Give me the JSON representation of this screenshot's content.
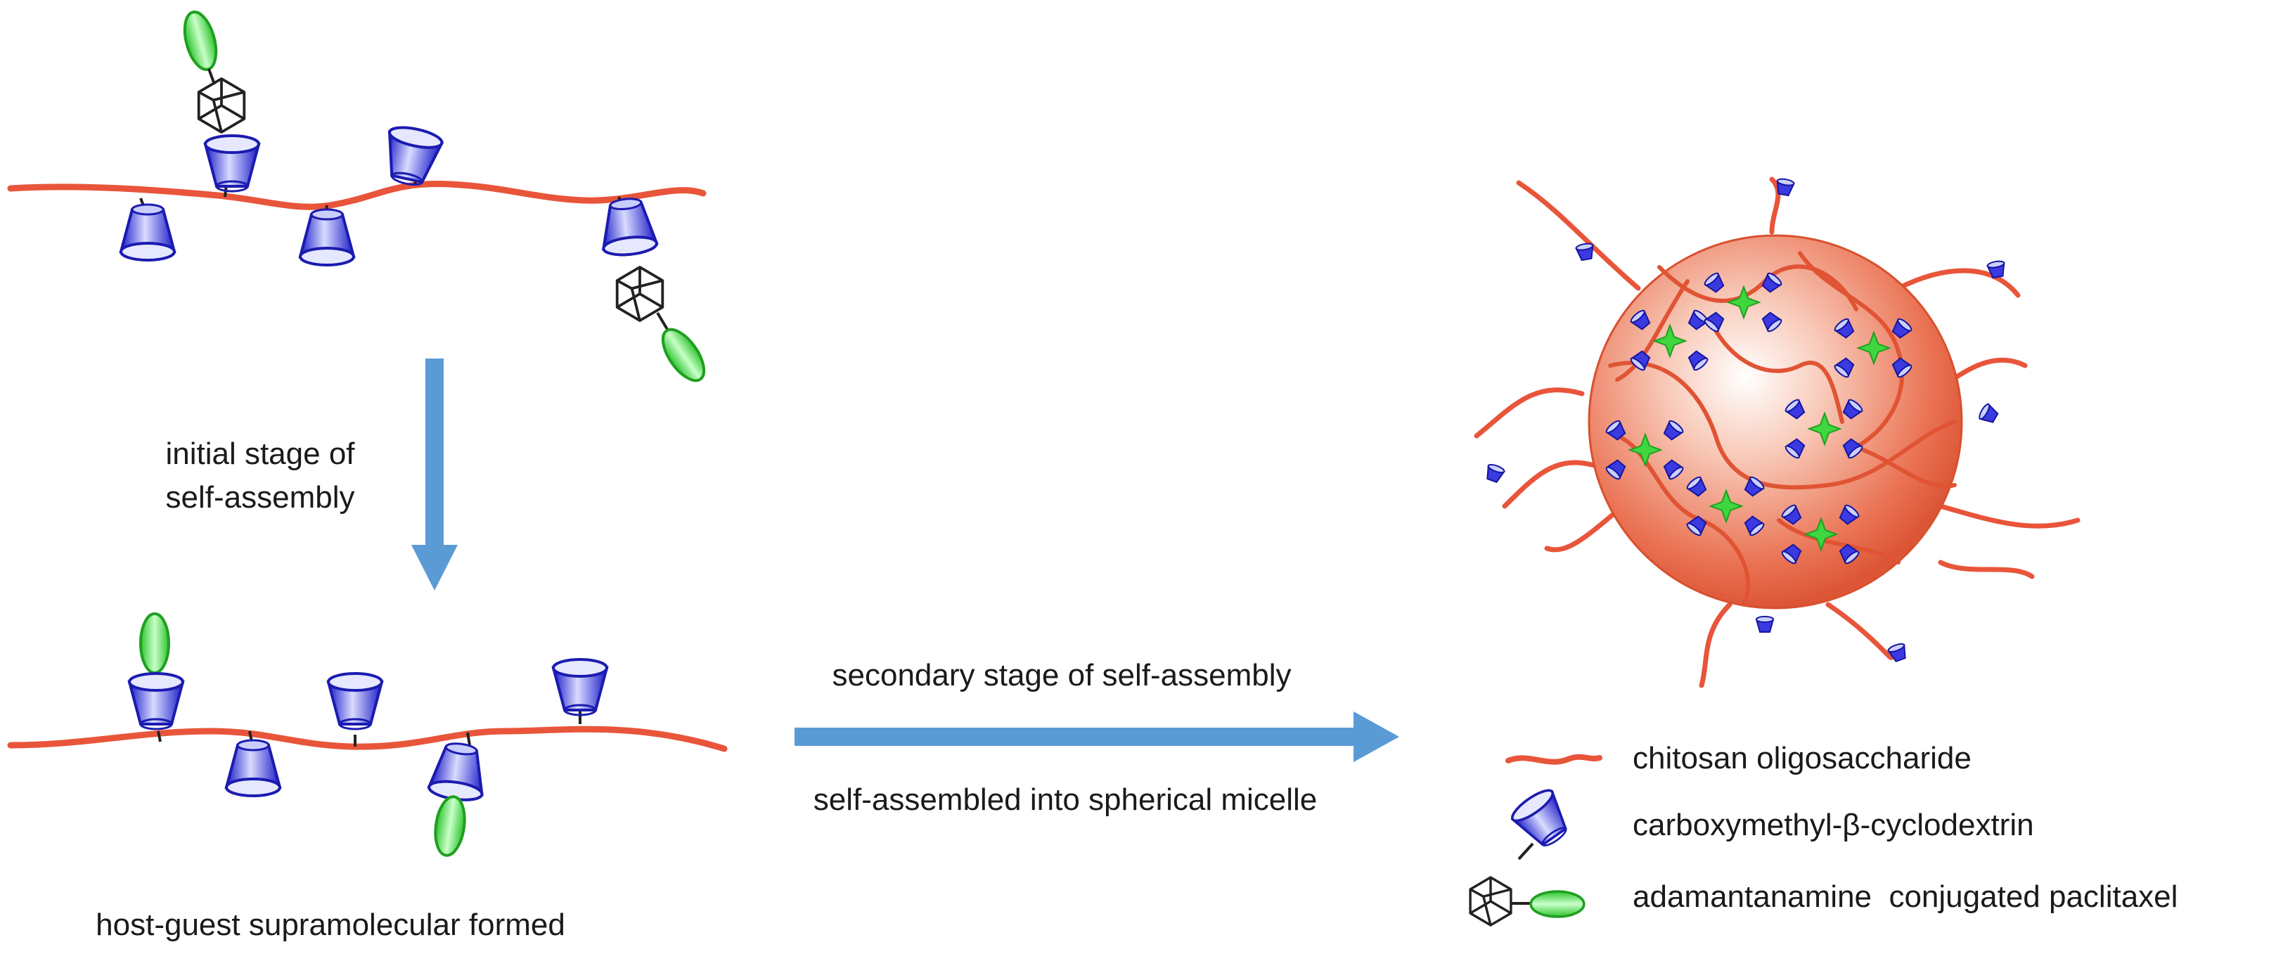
{
  "labels": {
    "step1": [
      "initial stage of",
      "self-assembly"
    ],
    "step2_top": "secondary stage of self-assembly",
    "step2_bottom": "self-assembled into spherical micelle",
    "bottom_caption": "host-guest supramolecular formed"
  },
  "legend": {
    "items": [
      {
        "icon": "chain-icon",
        "label": "chitosan oligosaccharide"
      },
      {
        "icon": "cyclodextrin-icon",
        "label": "carboxymethyl-β-cyclodextrin"
      },
      {
        "icon": "adamantane-paclitaxel-icon",
        "label": "adamantanamine  conjugated paclitaxel"
      }
    ]
  },
  "colors": {
    "chain": "#e8553a",
    "cup": "#2b2bd6",
    "cup_light": "#cfd6ff",
    "guest": "#3fd63f",
    "arrow": "#5b9bd5",
    "sphere_core": "#fbe3da",
    "sphere_edge": "#e2603f",
    "text": "#1a1a1a"
  }
}
